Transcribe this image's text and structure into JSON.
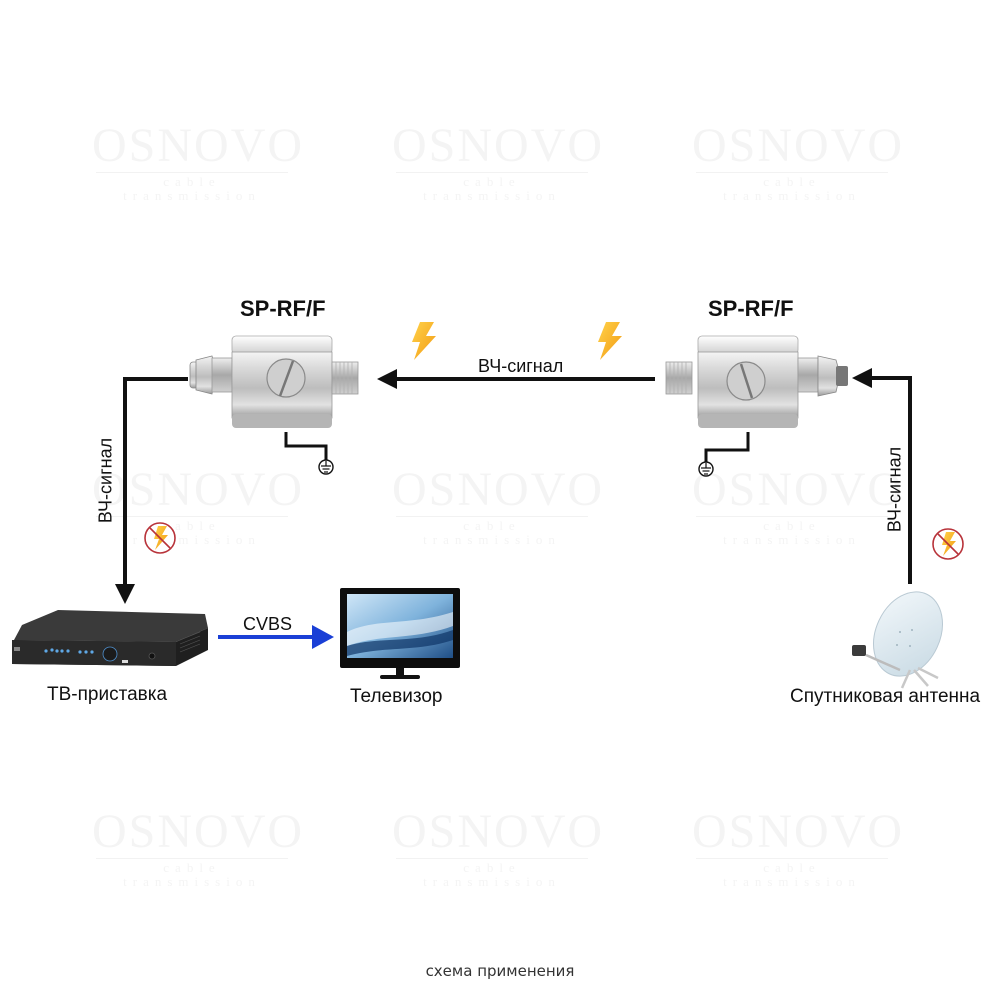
{
  "watermark": {
    "brand": "OSNOVO",
    "tagline": "cable transmission"
  },
  "protectors": [
    {
      "title": "SP-RF/F",
      "position": "left"
    },
    {
      "title": "SP-RF/F",
      "position": "right"
    }
  ],
  "signals": {
    "rf_horizontal": "ВЧ-сигнал",
    "rf_left_vertical": "ВЧ-сигнал",
    "rf_right_vertical": "ВЧ-сигнал",
    "video": "CVBS"
  },
  "devices": {
    "set_top_box": "ТВ-приставка",
    "tv": "Телевизор",
    "antenna": "Спутниковая антенна"
  },
  "colors": {
    "line": "#111111",
    "video_arrow": "#1a3fd6",
    "lightning": "#f7b21a",
    "no_lightning_circle": "#b8333a"
  },
  "caption": "схема применения"
}
